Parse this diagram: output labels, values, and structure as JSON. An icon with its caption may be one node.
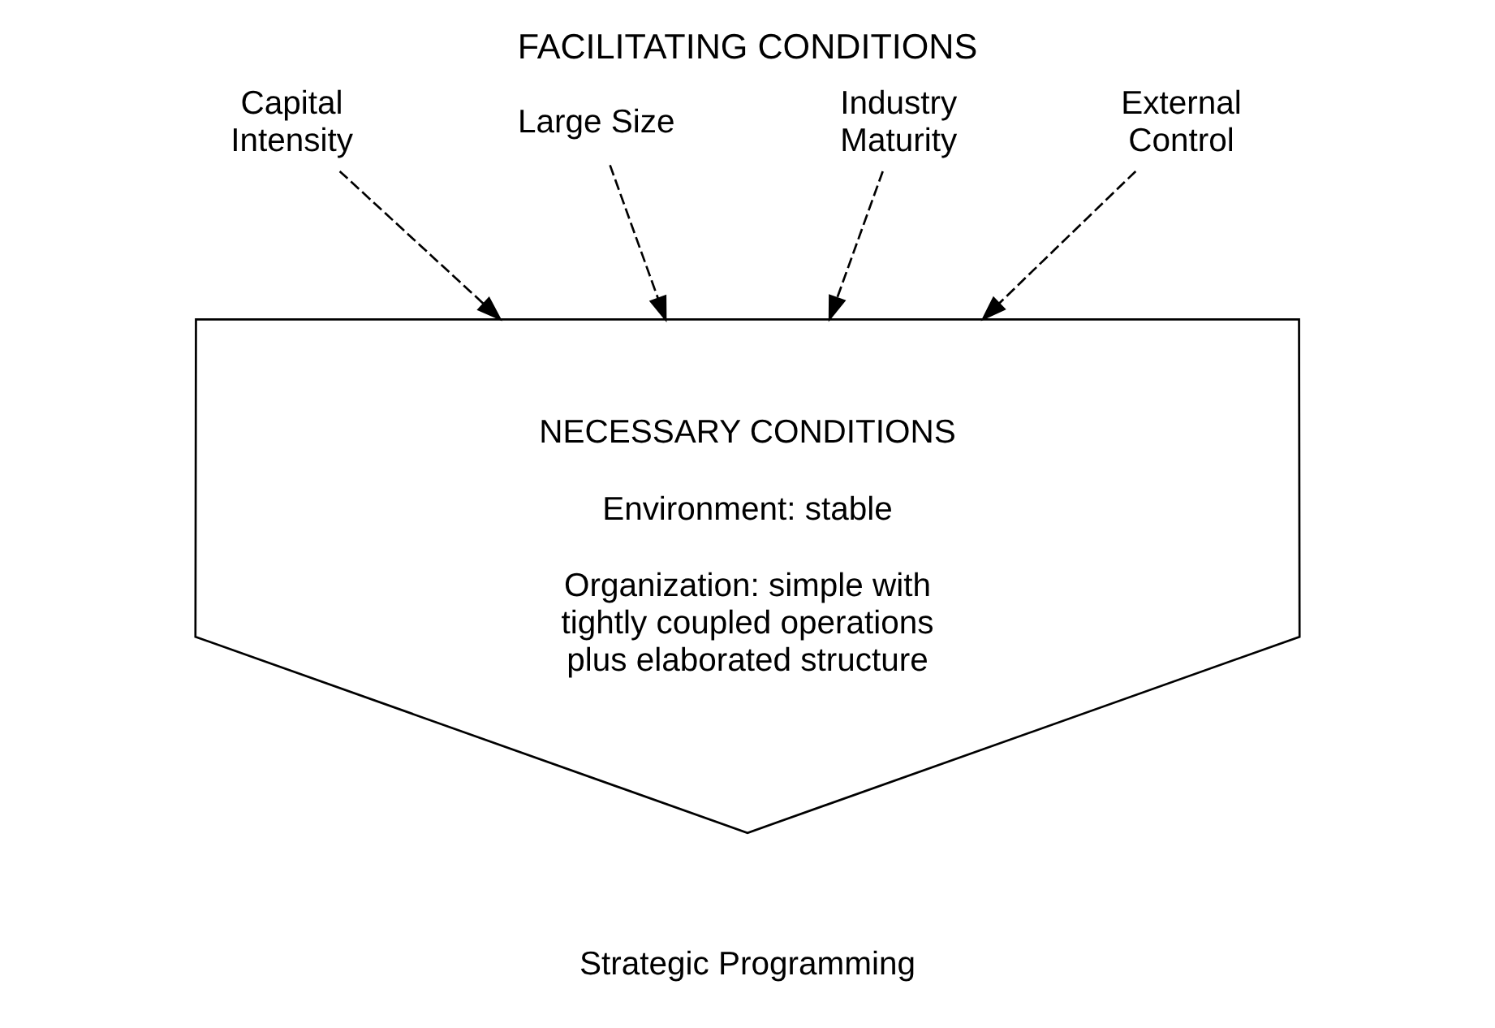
{
  "diagram": {
    "title": "FACILITATING CONDITIONS",
    "nodes": [
      {
        "text": [
          "Capital Intensity"
        ]
      },
      {
        "text": [
          "Large Size"
        ]
      },
      {
        "text": [
          "Industry Maturity"
        ]
      },
      {
        "text": [
          "External Control"
        ]
      },
      {
        "text": [
          "NECESSARY CONDITIONS",
          "Environment: stable",
          "Organization: simple with tightly coupled operations plus elaborated structure"
        ],
        "beside": [
          "Strategic Programming"
        ]
      }
    ],
    "edges": [
      {
        "from": 0,
        "to": 4,
        "arrow": "to",
        "style": "dashed"
      },
      {
        "from": 1,
        "to": 4,
        "arrow": "to",
        "style": "dashed"
      },
      {
        "from": 2,
        "to": 4,
        "arrow": "to",
        "style": "dashed"
      },
      {
        "from": 3,
        "to": 4,
        "arrow": "to",
        "style": "dashed"
      }
    ]
  }
}
